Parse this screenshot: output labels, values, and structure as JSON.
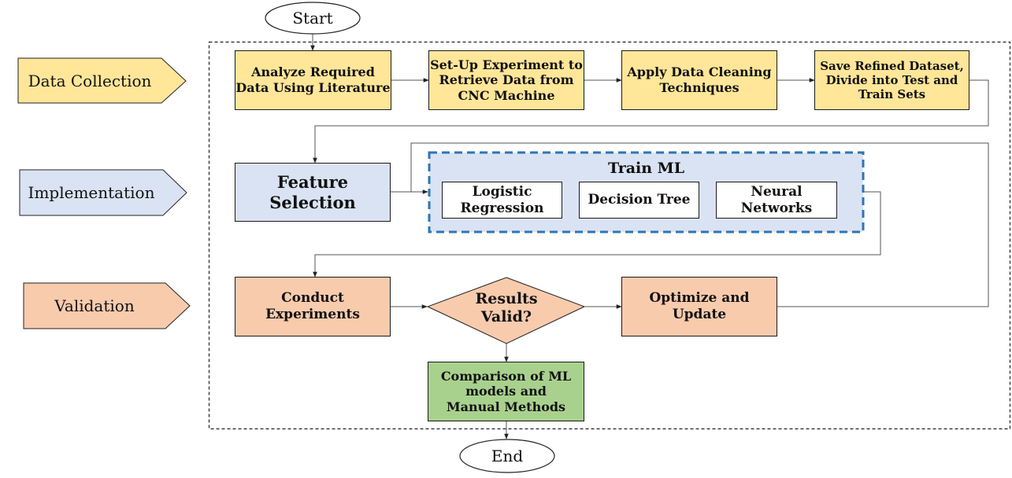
{
  "terminals": {
    "start": "Start",
    "end": "End"
  },
  "phases": {
    "data_collection": "Data Collection",
    "implementation": "Implementation",
    "validation": "Validation"
  },
  "data_collection": {
    "analyze": "Analyze Required\nData Using Literature",
    "setup": "Set-Up Experiment to\nRetrieve Data from\nCNC Machine",
    "cleaning": "Apply Data Cleaning\nTechniques",
    "save": "Save Refined Dataset,\nDivide into Test and\nTrain Sets"
  },
  "implementation": {
    "feature_selection": "Feature\nSelection",
    "train_ml_title": "Train ML",
    "models": [
      "Logistic\nRegression",
      "Decision Tree",
      "Neural\nNetworks"
    ]
  },
  "validation": {
    "conduct": "Conduct\nExperiments",
    "decision": "Results\nValid?",
    "optimize": "Optimize and\nUpdate",
    "comparison": "Comparison of ML\nmodels and\nManual Methods"
  },
  "colors": {
    "yellow": "#ffe699",
    "blue": "#dae3f3",
    "orange": "#f8cbad",
    "green": "#a9d18e",
    "dashed_accent": "#2e75b6"
  }
}
